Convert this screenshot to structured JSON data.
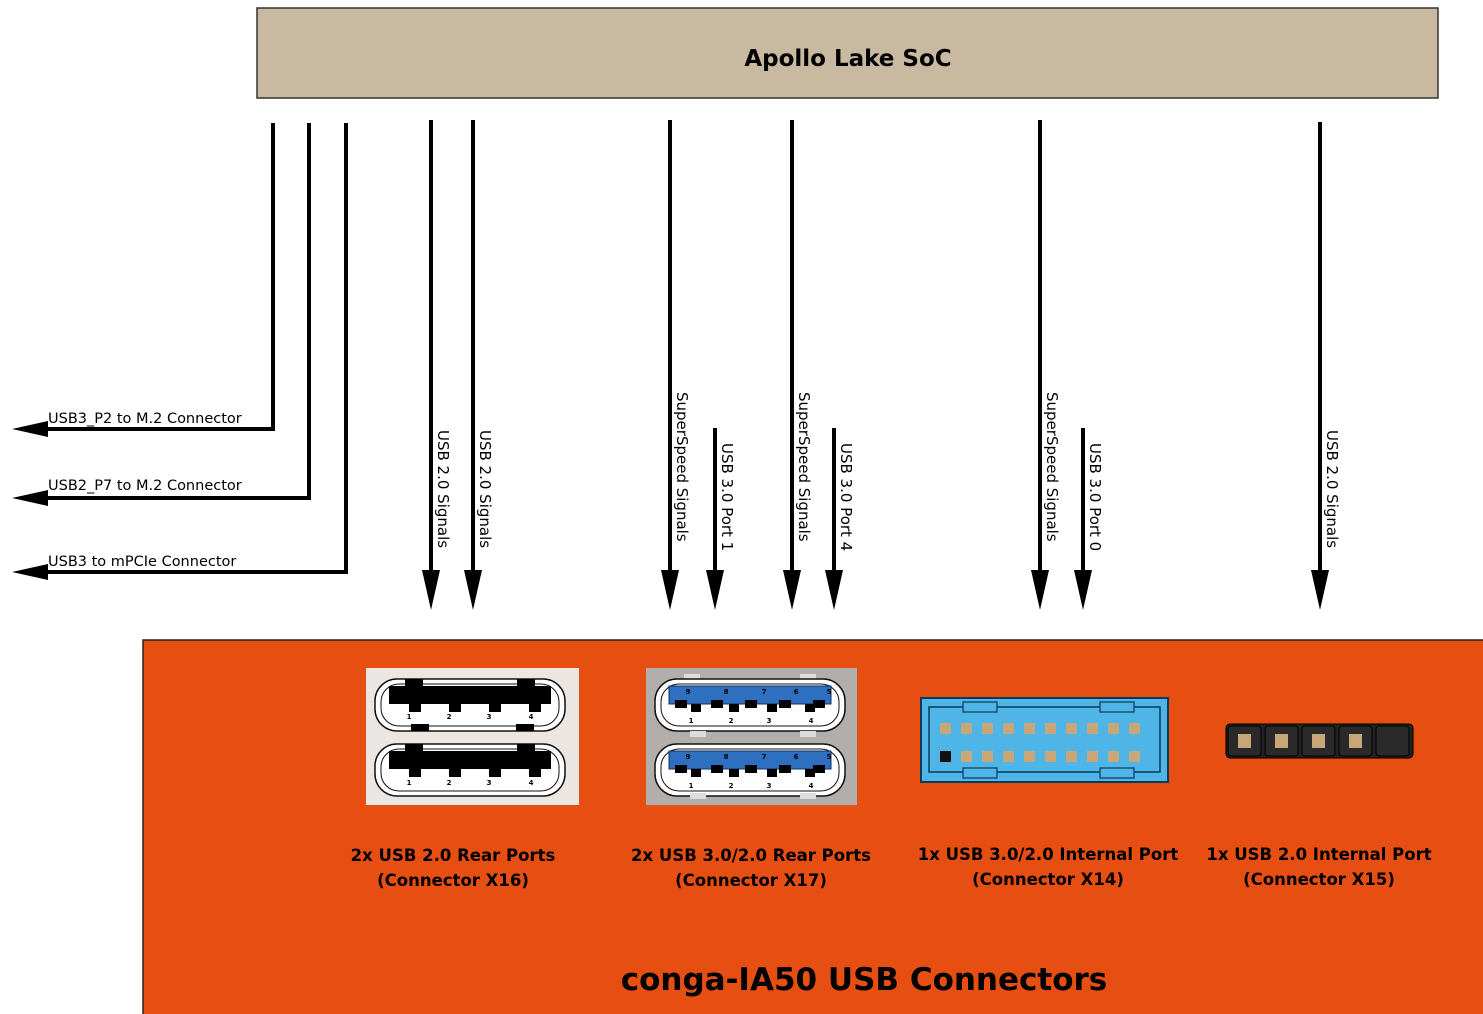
{
  "soc": {
    "title": "Apollo Lake SoC"
  },
  "left_signals": [
    {
      "label": "USB3_P2 to M.2 Connector"
    },
    {
      "label": "USB2_P7 to M.2 Connector"
    },
    {
      "label": "USB3 to mPCIe Connector"
    }
  ],
  "vertical_signals": [
    {
      "label": "USB 2.0 Signals"
    },
    {
      "label": "USB 2.0 Signals"
    },
    {
      "label": "SuperSpeed Signals"
    },
    {
      "label": "USB 3.0 Port 1"
    },
    {
      "label": "SuperSpeed Signals"
    },
    {
      "label": "USB 3.0 Port 4"
    },
    {
      "label": "SuperSpeed Signals"
    },
    {
      "label": "USB 3.0 Port 0"
    },
    {
      "label": "USB 2.0 Signals"
    }
  ],
  "board": {
    "title": "conga-IA50 USB Connectors",
    "color": "#e64e12",
    "connectors": [
      {
        "line1": "2x USB 2.0 Rear Ports",
        "line2": "(Connector X16)"
      },
      {
        "line1": "2x USB 3.0/2.0 Rear Ports",
        "line2": "(Connector X17)"
      },
      {
        "line1": "1x USB 3.0/2.0 Internal Port",
        "line2": "(Connector X14)"
      },
      {
        "line1": "1x USB 2.0 Internal Port",
        "line2": "(Connector X15)"
      }
    ]
  },
  "usb2_pins": [
    "1",
    "2",
    "3",
    "4"
  ],
  "usb3_top_pins": [
    "9",
    "8",
    "7",
    "6",
    "5"
  ],
  "usb3_bottom_pins": [
    "1",
    "2",
    "3",
    "4"
  ],
  "colors": {
    "soc_fill": "#c9b9a0",
    "usb3_blue": "#2f6fc0",
    "header_blue": "#4fb4e6",
    "pin_tan": "#c7a67a",
    "x16_bg": "#ece6e2",
    "x17_bg": "#b1aeac"
  }
}
